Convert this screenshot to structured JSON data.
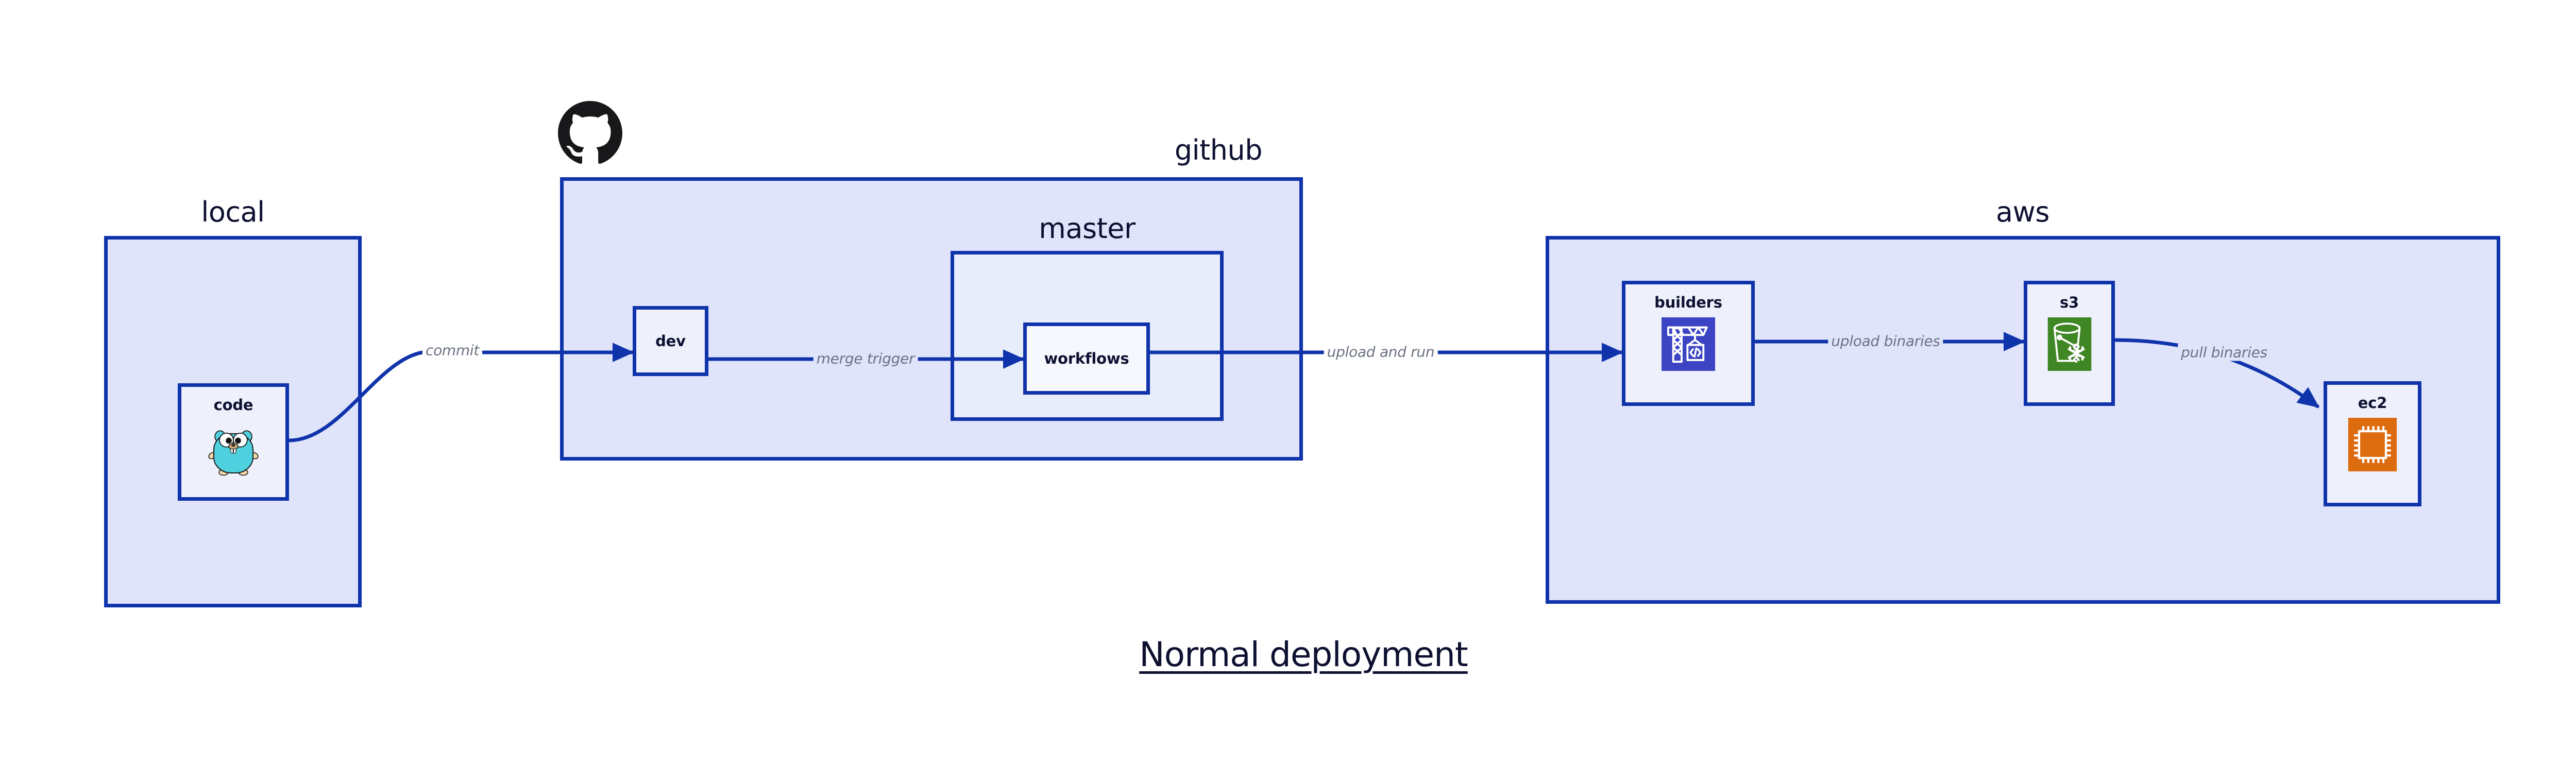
{
  "diagram": {
    "title": "Normal deployment",
    "background_color": "#ffffff",
    "accent_color": "#0f33ab",
    "group_fill_color": "#dfe4fb",
    "node_fill_color": "#eef1fc",
    "text_color": "#0d1030",
    "edge_label_color": "#6b7280"
  },
  "groups": {
    "local": {
      "label": "local"
    },
    "github": {
      "label": "github"
    },
    "master": {
      "label": "master"
    },
    "aws": {
      "label": "aws"
    }
  },
  "nodes": {
    "code": {
      "label": "code",
      "icon": "go-gopher-icon"
    },
    "dev": {
      "label": "dev",
      "icon": "none"
    },
    "workflows": {
      "label": "workflows",
      "icon": "none"
    },
    "builders": {
      "label": "builders",
      "icon": "aws-codebuild-icon",
      "icon_color": "#3c44c4"
    },
    "s3": {
      "label": "s3",
      "icon": "aws-s3-glacier-icon",
      "icon_color": "#3f8624"
    },
    "ec2": {
      "label": "ec2",
      "icon": "aws-ec2-icon",
      "icon_color": "#dd6b10"
    }
  },
  "edges": [
    {
      "id": "commit",
      "label": "commit",
      "from": "code",
      "to": "dev"
    },
    {
      "id": "merge-trigger",
      "label": "merge trigger",
      "from": "dev",
      "to": "workflows"
    },
    {
      "id": "upload-and-run",
      "label": "upload and run",
      "from": "workflows",
      "to": "builders"
    },
    {
      "id": "upload-binaries",
      "label": "upload binaries",
      "from": "builders",
      "to": "s3"
    },
    {
      "id": "pull-binaries",
      "label": "pull binaries",
      "from": "s3",
      "to": "ec2"
    }
  ],
  "logos": {
    "github": {
      "name": "github-octocat-logo"
    }
  }
}
